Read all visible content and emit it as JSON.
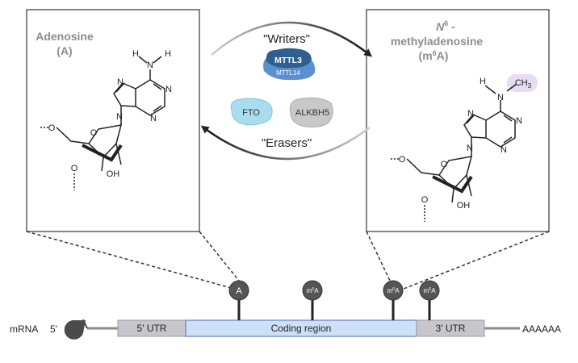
{
  "left_panel": {
    "title_line1": "Adenosine",
    "title_line2": "(A)",
    "atoms": {
      "n_amino": "N",
      "h1": "H",
      "h2": "H",
      "n_a": "N",
      "n_b": "N",
      "n_c": "N",
      "n_d": "N",
      "o_ring": "O",
      "o_5": "O",
      "o_3": "O",
      "oh": "OH"
    }
  },
  "right_panel": {
    "title_n": "N",
    "title_sup": "6",
    "title_dash": " -",
    "title_line2": "methyladenosine",
    "title_line3_pre": "(m",
    "title_line3_sup": "6",
    "title_line3_post": "A)",
    "atoms": {
      "h": "H",
      "n_methyl": "N",
      "ch3": "CH",
      "ch3_sub": "3",
      "n_a": "N",
      "n_b": "N",
      "n_c": "N",
      "n_d": "N",
      "o_ring": "O",
      "o_5": "O",
      "o_3": "O",
      "oh": "OH"
    }
  },
  "cycle": {
    "writers": "\"Writers\"",
    "erasers": "\"Erasers\"",
    "writer_main": "MTTL3",
    "writer_sub": "MTTL14",
    "eraser1": "FTO",
    "eraser2": "ALKBH5",
    "colors": {
      "mttl3": "#2f5f8f",
      "mttl14": "#5b8fd0",
      "fto": "#a9dcef",
      "alkbh5": "#c8c8c8"
    }
  },
  "mrna": {
    "label": "mRNA",
    "cap": "5'",
    "utr5": "5' UTR",
    "coding": "Coding region",
    "utr3": "3' UTR",
    "polyA": "AAAAAA",
    "sites": [
      {
        "label": "A"
      },
      {
        "label": "m",
        "sup": "6",
        "post": "A"
      },
      {
        "label": "m",
        "sup": "6",
        "post": "A"
      },
      {
        "label": "m",
        "sup": "6",
        "post": "A"
      }
    ],
    "colors": {
      "utr": "#c6c6cc",
      "coding": "#cfe0f6",
      "coding_border": "#5b82c4",
      "pin": "#555555",
      "line": "#8a8a8a"
    }
  }
}
